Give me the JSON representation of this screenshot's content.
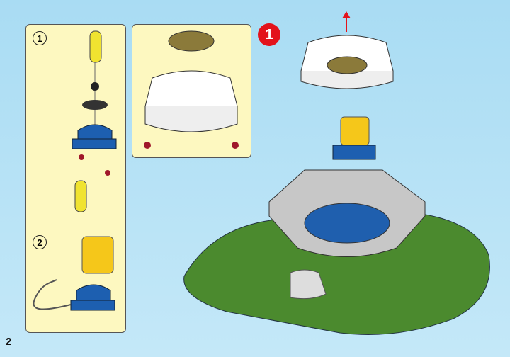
{
  "panel_left": {
    "step1_label": "1",
    "step2_label": "2"
  },
  "main_step_label": "1",
  "page_number": "2"
}
